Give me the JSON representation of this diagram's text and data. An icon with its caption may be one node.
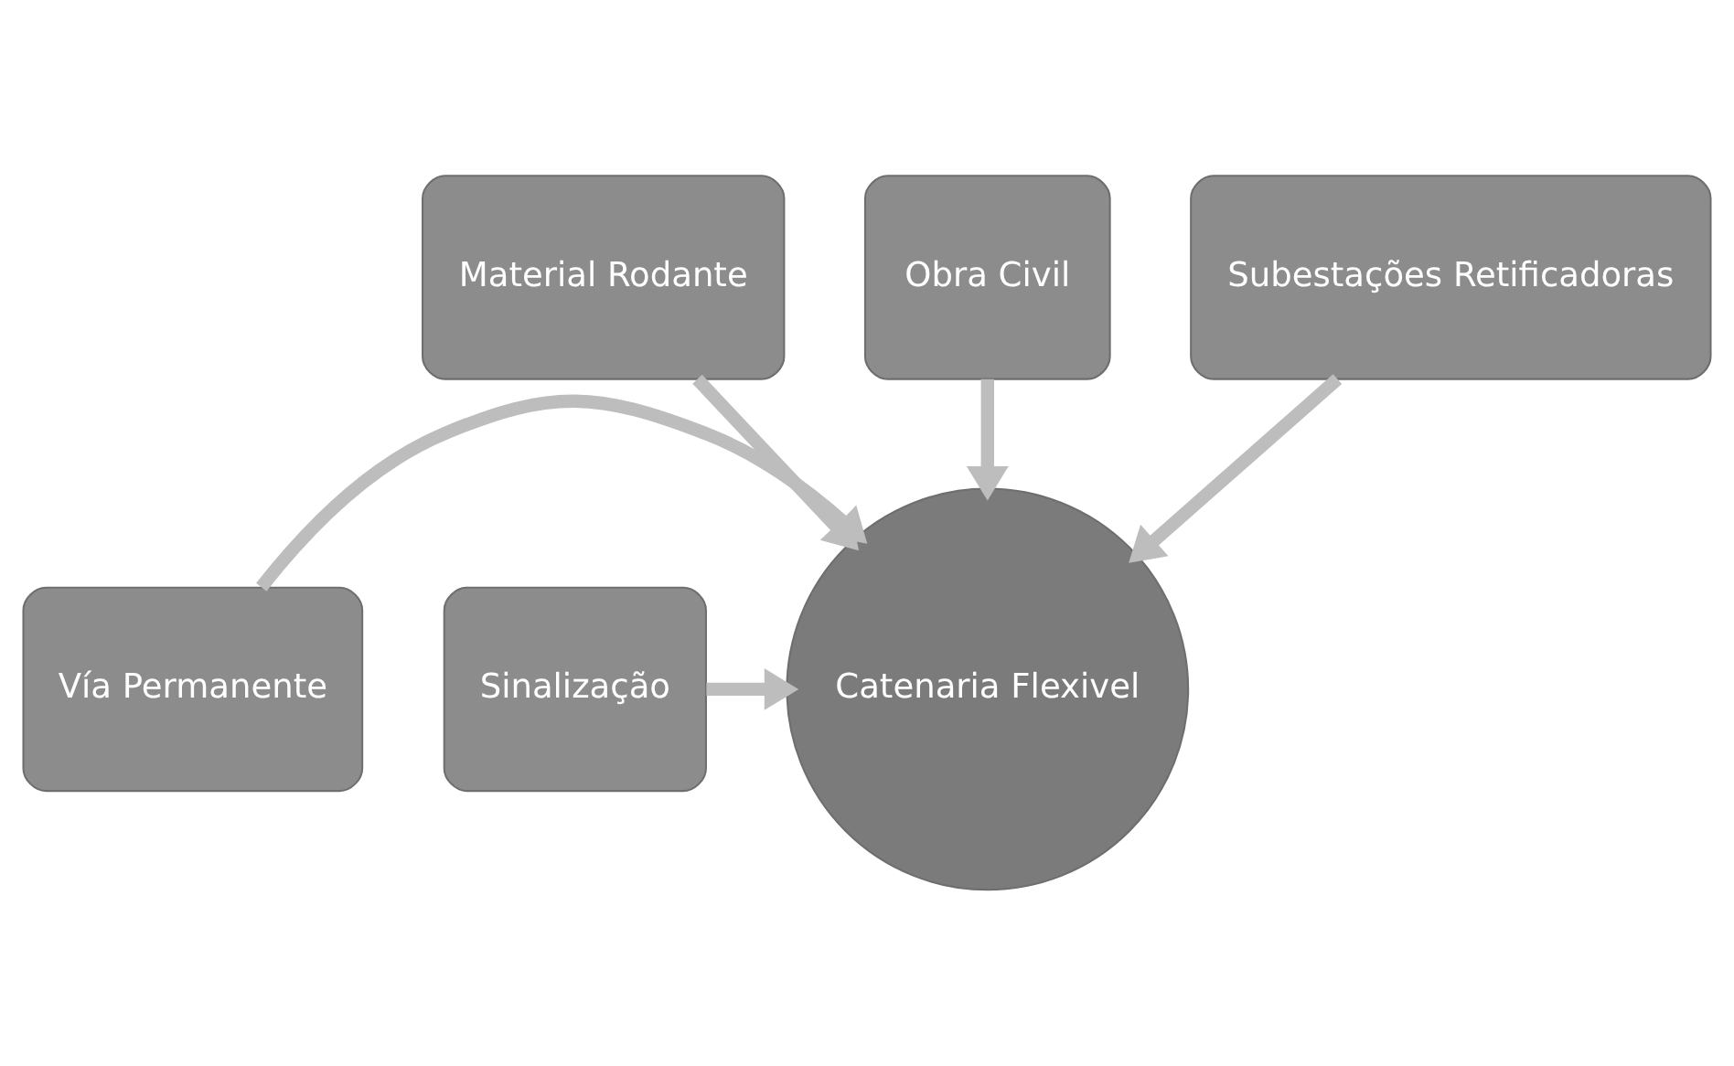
{
  "diagram": {
    "nodes": [
      {
        "text": [
          "Material Rodante"
        ]
      },
      {
        "text": [
          "Obra Civil"
        ]
      },
      {
        "text": [
          "Subestações Retificadoras"
        ]
      },
      {
        "text": [
          "Vía Permanente"
        ]
      },
      {
        "text": [
          "Catenaria Flexivel"
        ]
      },
      {
        "text": [
          "Sinalização"
        ]
      }
    ],
    "edges": [
      {
        "from": 3,
        "to": 4,
        "arrow": "to"
      },
      {
        "from": 1,
        "to": 4,
        "arrow": "to"
      },
      {
        "from": 0,
        "to": 4,
        "arrow": "to"
      },
      {
        "from": 2,
        "to": 4,
        "arrow": "to"
      },
      {
        "from": 5,
        "to": 4,
        "arrow": "to"
      }
    ]
  }
}
